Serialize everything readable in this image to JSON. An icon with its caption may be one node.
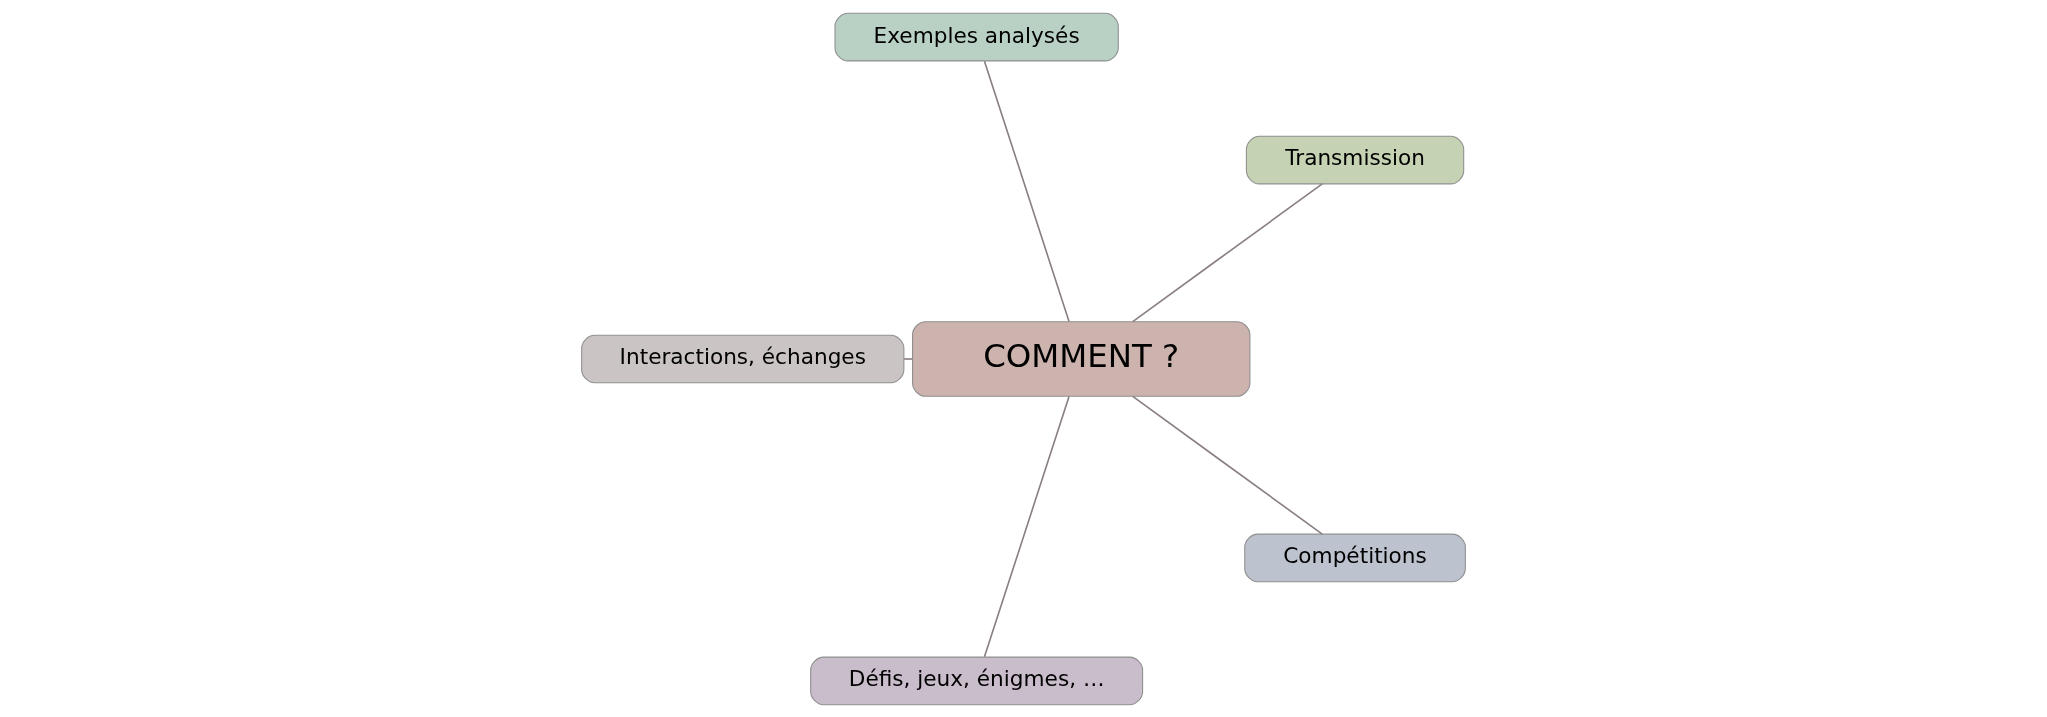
{
  "diagram": {
    "nodes": [
      {
        "text": [
          "Transmission"
        ]
      },
      {
        "text": [
          "Exemples analysés"
        ]
      },
      {
        "text": [
          "Interactions, échanges"
        ]
      },
      {
        "text": [
          "COMMENT ?"
        ]
      },
      {
        "text": [
          "Défis, jeux, énigmes, …"
        ]
      },
      {
        "text": [
          "Compétitions"
        ]
      }
    ],
    "edges": [
      {
        "from": 3,
        "to": 0,
        "arrow": "none"
      },
      {
        "from": 3,
        "to": 1,
        "arrow": "none"
      },
      {
        "from": 3,
        "to": 2,
        "arrow": "none"
      },
      {
        "from": 3,
        "to": 4,
        "arrow": "none"
      },
      {
        "from": 3,
        "to": 5,
        "arrow": "none"
      }
    ]
  }
}
